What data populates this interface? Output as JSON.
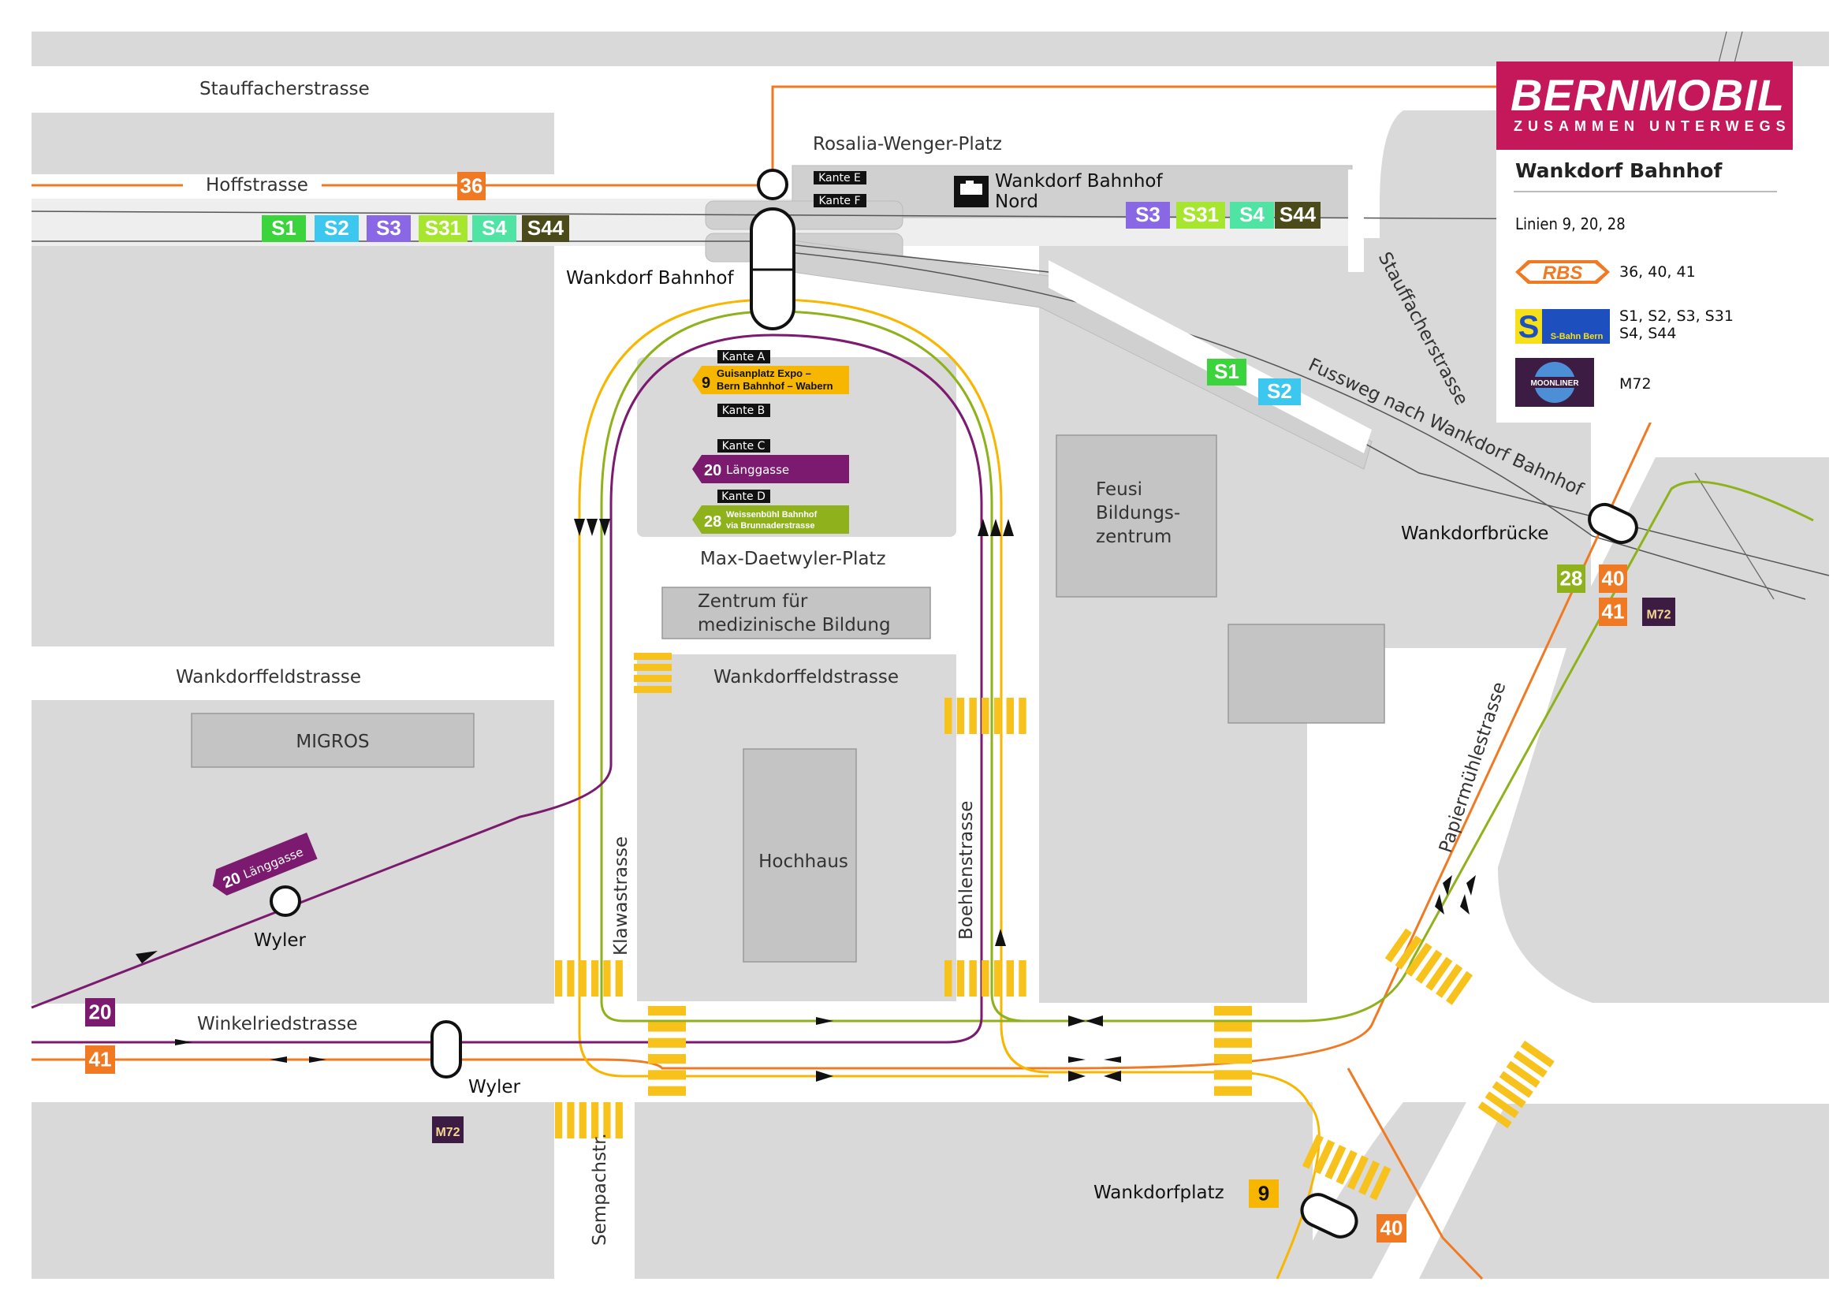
{
  "streets": {
    "stauffacherstrasse_top": "Stauffacherstrasse",
    "hoffstrasse": "Hoffstrasse",
    "rosalia": "Rosalia-Wenger-Platz",
    "wankdorffeld_left": "Wankdorffeldstrasse",
    "wankdorffeld_mid": "Wankdorffeldstrasse",
    "max_daetwyler": "Max-Daetwyler-Platz",
    "winkelried": "Winkelriedstrasse",
    "klawa": "Klawastrasse",
    "boehlen": "Boehlenstrasse",
    "sempach": "Sempachstr.",
    "stauffacher_diag": "Stauffacherstrasse",
    "fussweg": "Fussweg nach Wankdorf Bahnhof",
    "papiermuehle": "Papiermühlestrasse",
    "wankdorfbruecke": "Wankdorfbrücke",
    "wankdorfplatz": "Wankdorfplatz"
  },
  "buildings": {
    "migros": "MIGROS",
    "zentrum_1": "Zentrum für",
    "zentrum_2": "medizinische Bildung",
    "hochhaus": "Hochhaus",
    "feusi_1": "Feusi",
    "feusi_2": "Bildungs-",
    "feusi_3": "zentrum"
  },
  "stops": {
    "wankdorf_bahnhof": "Wankdorf Bahnhof",
    "wankdorf_nord_1": "Wankdorf Bahnhof",
    "wankdorf_nord_2": "Nord",
    "wyler_1": "Wyler",
    "wyler_2": "Wyler"
  },
  "kanten": {
    "a": "Kante A",
    "b": "Kante B",
    "c": "Kante C",
    "d": "Kante D",
    "e": "Kante E",
    "f": "Kante F"
  },
  "direction_signs": {
    "line9_num": "9",
    "line9_1": "Guisanplatz Expo –",
    "line9_2": "Bern Bahnhof – Wabern",
    "line20_num": "20",
    "line20_text": "Länggasse",
    "line28_num": "28",
    "line28_1": "Weissenbühl Bahnhof",
    "line28_2": "via Brunnaderstrasse",
    "wyler20_num": "20",
    "wyler20_text": "Länggasse"
  },
  "badges": {
    "s1": "S1",
    "s2": "S2",
    "s3": "S3",
    "s31": "S31",
    "s4": "S4",
    "s44": "S44",
    "b36": "36",
    "b20": "20",
    "b41": "41",
    "b28": "28",
    "b40": "40",
    "b9": "9",
    "m72": "M72"
  },
  "colors": {
    "line9": "#f7b700",
    "line20": "#7b1a6e",
    "line28": "#8fb21c",
    "rbs": "#f07a23",
    "s1": "#3cd43c",
    "s2": "#3cc8ee",
    "s3": "#8a67e4",
    "s31": "#a7e62f",
    "s4": "#4fe3a4",
    "s44": "#4b4a1a",
    "m72": "#3d1c44",
    "brand": "#c4185a",
    "crossing": "#f7c21c"
  },
  "legend": {
    "brand": "BERNMOBIL",
    "tagline": "ZUSAMMEN UNTERWEGS",
    "title": "Wankdorf Bahnhof",
    "lines_label": "Linien 9, 20, 28",
    "rbs_logo": "RBS",
    "rbs_lines": "36, 40, 41",
    "sbahn_logo": "S-Bahn Bern",
    "sbahn_lines_1": "S1, S2, S3, S31",
    "sbahn_lines_2": "S4, S44",
    "moonliner_logo": "MOONLINER",
    "moonliner_lines": "M72"
  }
}
